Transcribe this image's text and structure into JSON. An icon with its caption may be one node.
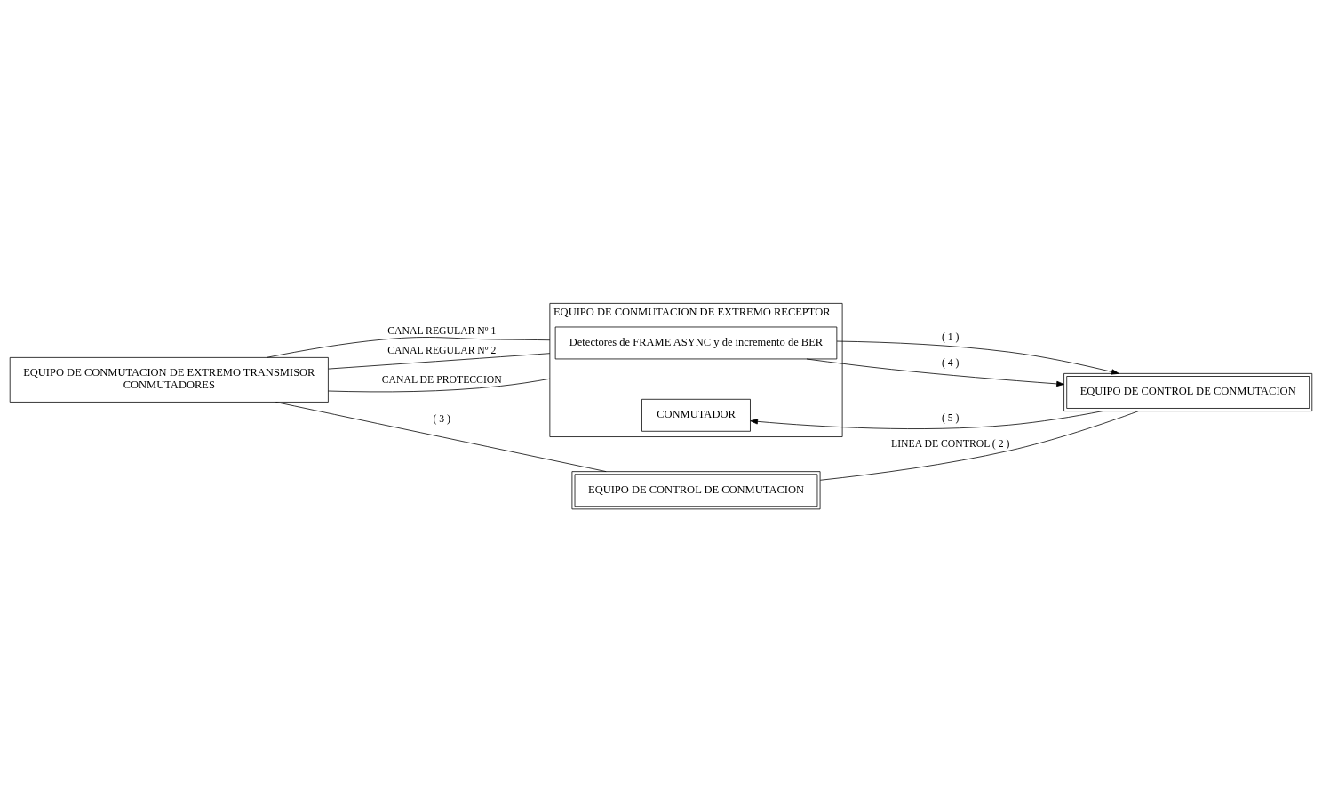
{
  "diagram": {
    "nodes": [
      {
        "text": [
          "EQUIPO DE CONMUTACION DE EXTREMO TRANSMISOR",
          "CONMUTADORES"
        ]
      },
      {
        "text": [
          "EQUIPO DE CONMUTACION DE EXTREMO RECEPTOR"
        ]
      },
      {
        "text": [
          "Detectores de FRAME ASYNC y de incremento de BER"
        ],
        "in": 1
      },
      {
        "text": [
          "CONMUTADOR"
        ],
        "in": 1
      },
      {
        "text": [
          "EQUIPO DE CONTROL DE CONMUTACION"
        ]
      },
      {
        "text": [
          "EQUIPO DE CONTROL DE CONMUTACION"
        ]
      }
    ],
    "edges": [
      {
        "from": 0,
        "to": 1,
        "arrow": "none",
        "label": "CANAL REGULAR Nº 1"
      },
      {
        "from": 0,
        "to": 1,
        "arrow": "none",
        "label": "CANAL REGULAR Nº 2"
      },
      {
        "from": 0,
        "to": 1,
        "arrow": "none",
        "label": "CANAL DE PROTECCION"
      },
      {
        "from": 0,
        "to": 4,
        "arrow": "none",
        "label": "( 3 )"
      },
      {
        "from": 4,
        "to": 5,
        "arrow": "none",
        "label": "LINEA DE CONTROL ( 2 )"
      },
      {
        "from": 2,
        "to": 5,
        "arrow": "to",
        "label": "( 1 )"
      },
      {
        "from": 2,
        "to": 5,
        "arrow": "to",
        "label": "( 4 )"
      },
      {
        "from": 5,
        "to": 3,
        "arrow": "to",
        "label": "( 5 )"
      }
    ]
  }
}
